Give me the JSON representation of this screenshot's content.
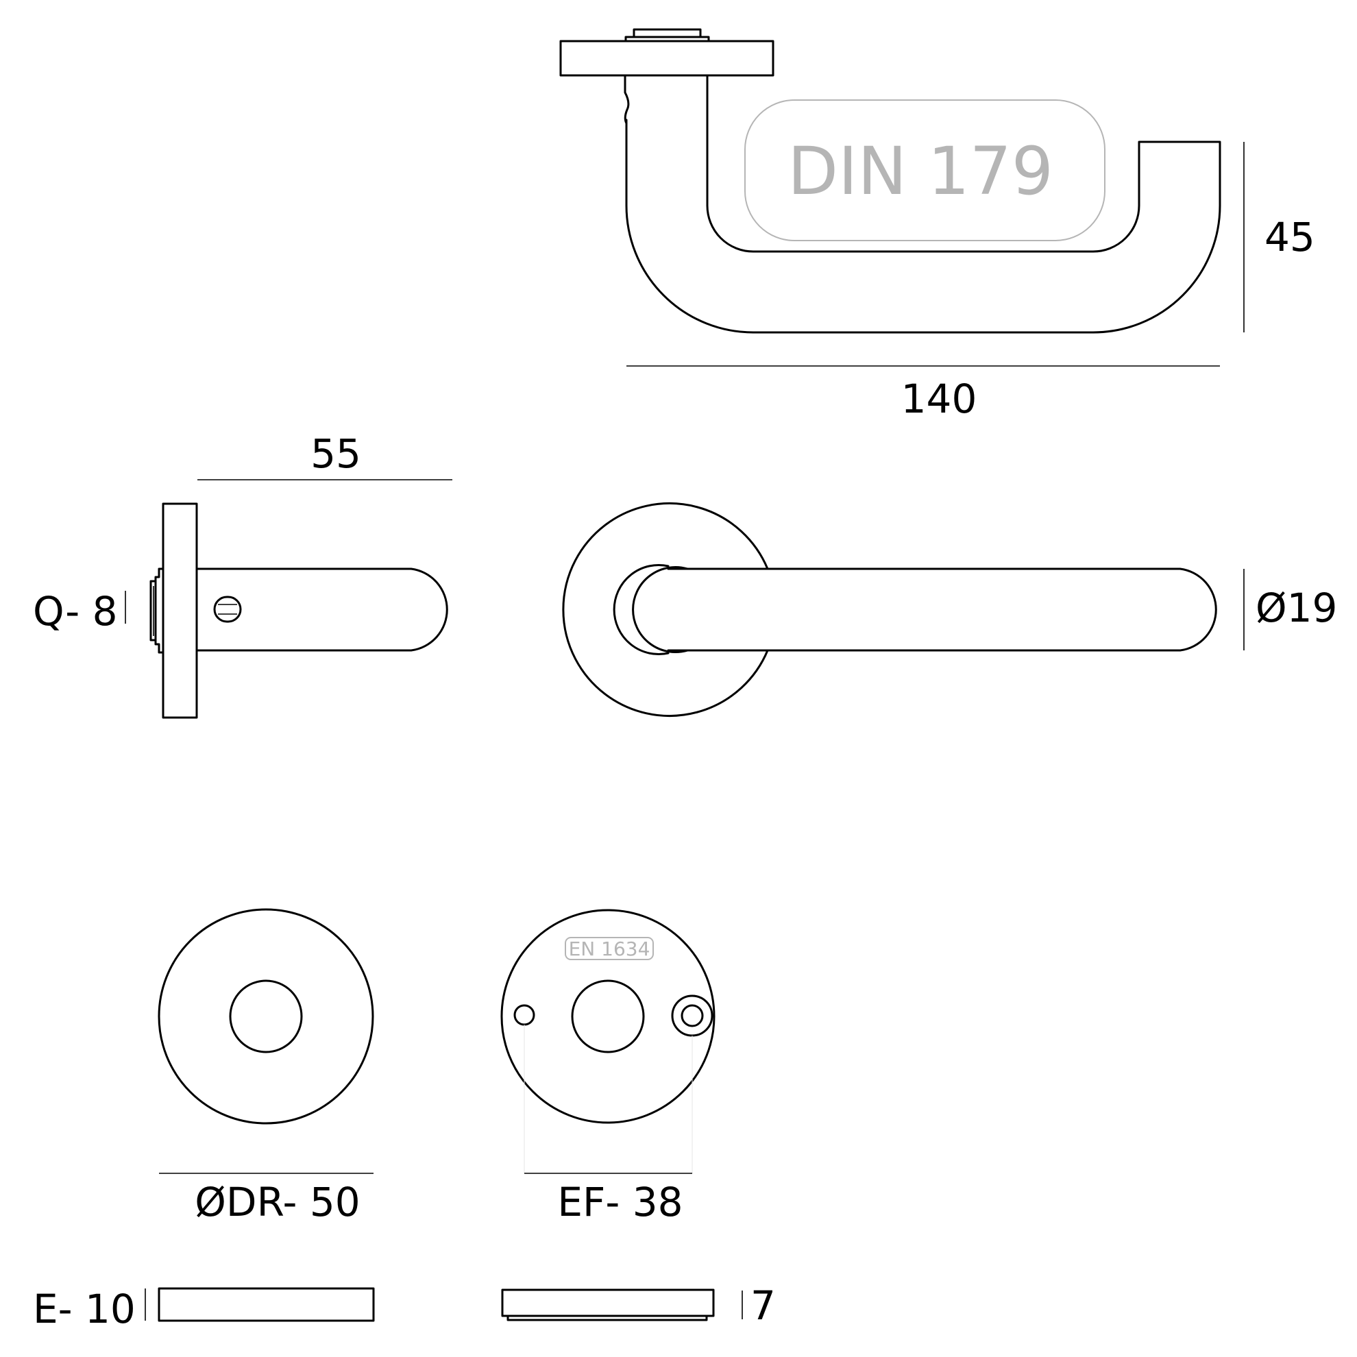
{
  "marks": {
    "din": "DIN 179",
    "en": "EN 1634"
  },
  "dimensions": {
    "handle_length": "140",
    "handle_height": "45",
    "projection": "55",
    "square_spindle": "Q- 8",
    "grip_diameter": "Ø19",
    "rose_diameter": "ØDR- 50",
    "fixing_distance": "EF- 38",
    "rose_thickness": "E- 10",
    "escutcheon_thickness": "7"
  },
  "colors": {
    "line": "#000000",
    "mark": "#b5b5b5",
    "background": "#ffffff"
  }
}
